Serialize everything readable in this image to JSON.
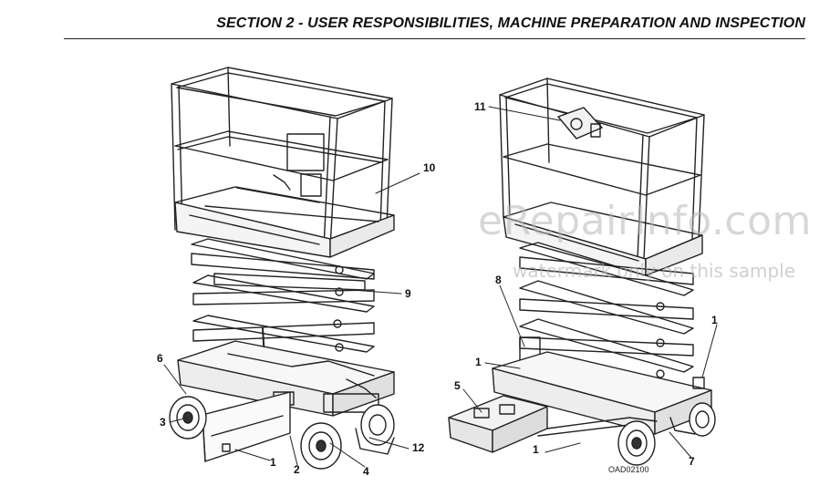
{
  "header": {
    "section_title": "SECTION 2 - USER RESPONSIBILITIES, MACHINE PREPARATION AND INSPECTION"
  },
  "figure": {
    "left_callouts": [
      "10",
      "9",
      "6",
      "3",
      "1",
      "2",
      "4",
      "12"
    ],
    "right_callouts": [
      "11",
      "8",
      "1",
      "5",
      "1",
      "1",
      "7"
    ],
    "drawing_code": "OAD02100"
  },
  "watermark": {
    "site": "eRepairInfo.com",
    "notice": "watermark only on this sample"
  }
}
